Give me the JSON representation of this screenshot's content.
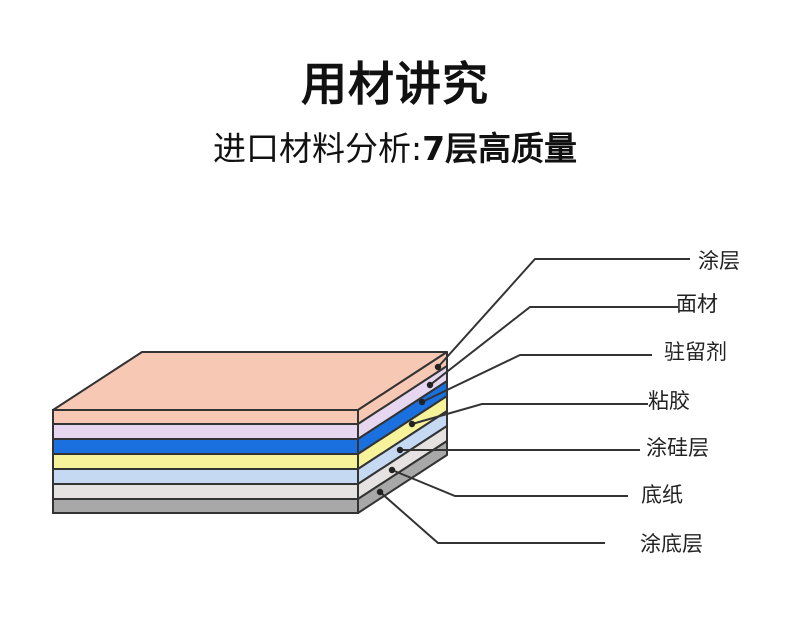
{
  "title": "用材讲究",
  "subtitle": {
    "main": "进口材料分析:",
    "emphasis": "7层高质量"
  },
  "layers": [
    {
      "label": "涂层",
      "color": "#f7c8b3"
    },
    {
      "label": "面材",
      "color": "#e6d6ef"
    },
    {
      "label": "驻留剂",
      "color": "#1a70df"
    },
    {
      "label": "粘胶",
      "color": "#f6f39a"
    },
    {
      "label": "涂硅层",
      "color": "#c5d9f3"
    },
    {
      "label": "底纸",
      "color": "#e6e2e2"
    },
    {
      "label": "涂底层",
      "color": "#a8a8a8"
    }
  ]
}
